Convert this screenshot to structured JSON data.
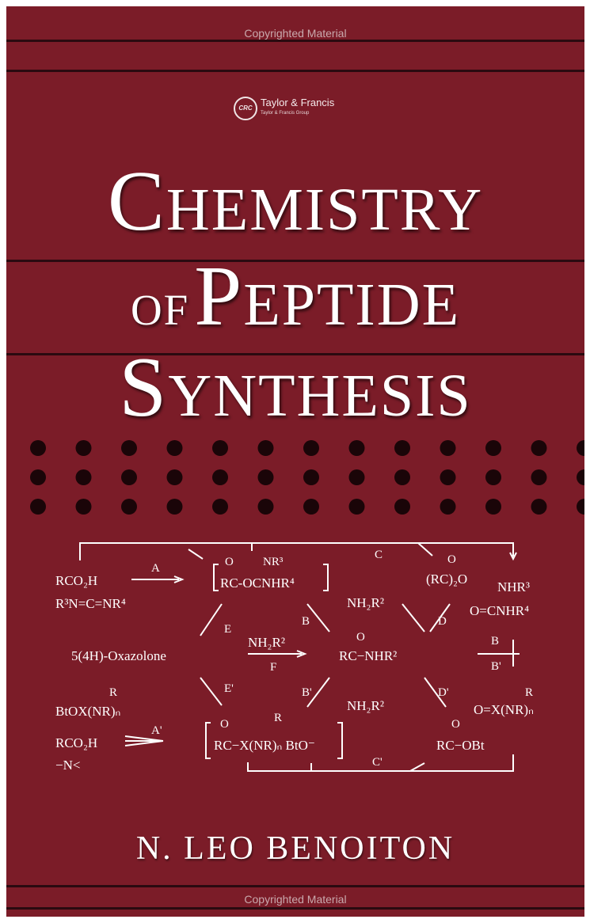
{
  "watermark_top": "Copyrighted Material",
  "watermark_bottom": "Copyrighted Material",
  "publisher": {
    "logo_text": "CRC",
    "name": "Taylor & Francis",
    "group": "Taylor & Francis Group"
  },
  "title": {
    "line1": "Chemistry",
    "line2_of": "of",
    "line2_word": "Peptide",
    "line3": "Synthesis"
  },
  "author": "N. LEO BENOITON",
  "scheme": {
    "rco2h_a": "RCO₂H",
    "carbodiimide": "R³N=C=NR⁴",
    "label_a": "A",
    "o_top": "O",
    "nr3_top": "NR³",
    "isourea": "RC-OCNHR⁴",
    "label_c": "C",
    "o_anhydride": "O",
    "anhydride": "(RC)₂O",
    "nhr3": "NHR³",
    "urea": "O=CNHR⁴",
    "label_e": "E",
    "label_b": "B",
    "nh2r2_top": "NH₂R²",
    "label_d": "D",
    "oxazolone": "5(4H)-Oxazolone",
    "nh2r2_f": "NH₂R²",
    "label_f": "F",
    "o_amide": "O",
    "amide": "RC−NHR²",
    "label_b_right": "B",
    "label_b_prime_right": "B'",
    "label_e_prime": "E'",
    "label_b_prime": "B'",
    "nh2r2_bottom": "NH₂R²",
    "label_d_prime": "D'",
    "r_bot": "R",
    "btox": "BtOX(NR)ₙ",
    "r_mid": "R",
    "phosphine_oxide": "O=X(NR)ₙ",
    "r_right": "R",
    "rco2h_b": "RCO₂H",
    "base": "−N<",
    "label_a_prime": "A'",
    "o_act": "O",
    "act_ester_salt": "RC−X(NR)ₙ BtO⁻",
    "o_obt": "O",
    "obt": "RC−OBt",
    "label_c_prime": "C'"
  },
  "colors": {
    "background": "#7b1c28",
    "lines": "#2a0a10",
    "text": "#ffffff"
  }
}
